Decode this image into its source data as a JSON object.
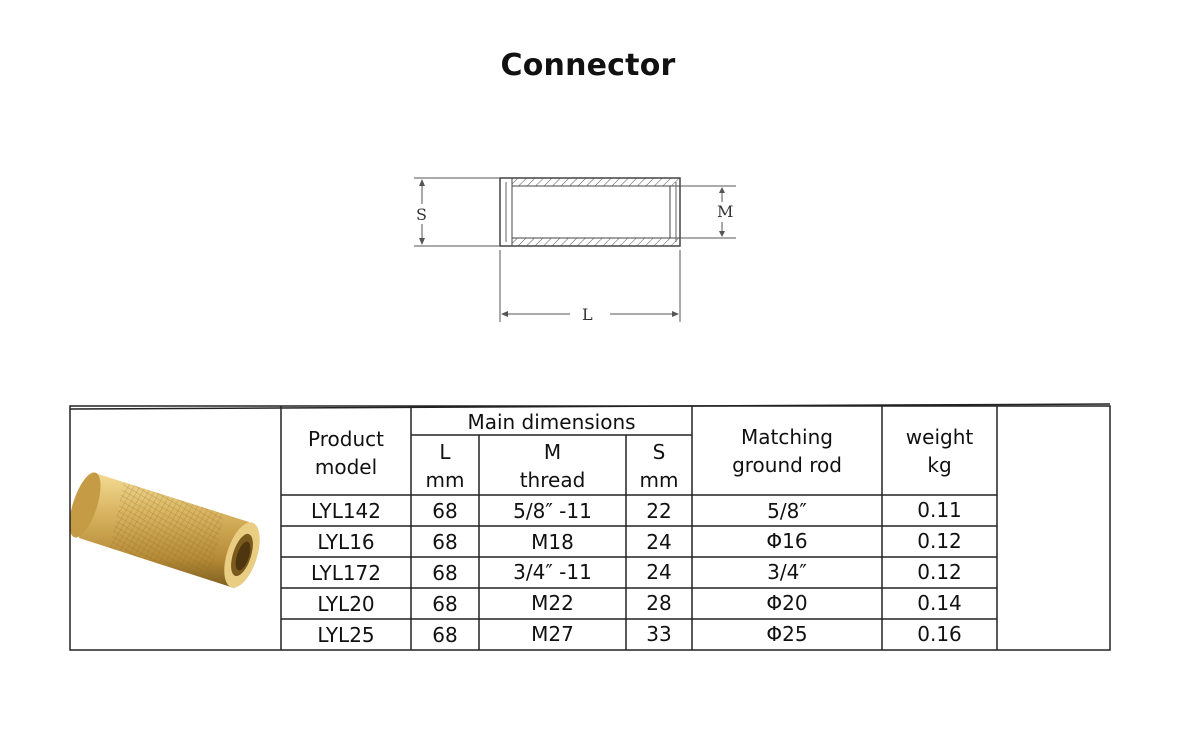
{
  "title": "Connector",
  "drawing": {
    "dim_s": "S",
    "dim_m": "M",
    "dim_l": "L"
  },
  "table": {
    "headers": {
      "product_model": [
        "Product",
        "model"
      ],
      "main_dimensions": "Main dimensions",
      "l": [
        "L",
        "mm"
      ],
      "m": [
        "M",
        "thread"
      ],
      "s": [
        "S",
        "mm"
      ],
      "matching": [
        "Matching",
        "ground rod"
      ],
      "weight": [
        "weight",
        "kg"
      ]
    },
    "rows": [
      {
        "model": "LYL142",
        "l": "68",
        "m": "5/8″ -11",
        "s": "22",
        "rod": "5/8″",
        "weight": "0.11"
      },
      {
        "model": "LYL16",
        "l": "68",
        "m": "M18",
        "s": "24",
        "rod": "Φ16",
        "weight": "0.12"
      },
      {
        "model": "LYL172",
        "l": "68",
        "m": "3/4″ -11",
        "s": "24",
        "rod": "3/4″",
        "weight": "0.12"
      },
      {
        "model": "LYL20",
        "l": "68",
        "m": "M22",
        "s": "28",
        "rod": "Φ20",
        "weight": "0.14"
      },
      {
        "model": "LYL25",
        "l": "68",
        "m": "M27",
        "s": "33",
        "rod": "Φ25",
        "weight": "0.16"
      }
    ]
  },
  "colors": {
    "brass_light": "#e6c878",
    "brass_mid": "#c9a24a",
    "brass_dark": "#8a6a25",
    "line": "#333333"
  }
}
